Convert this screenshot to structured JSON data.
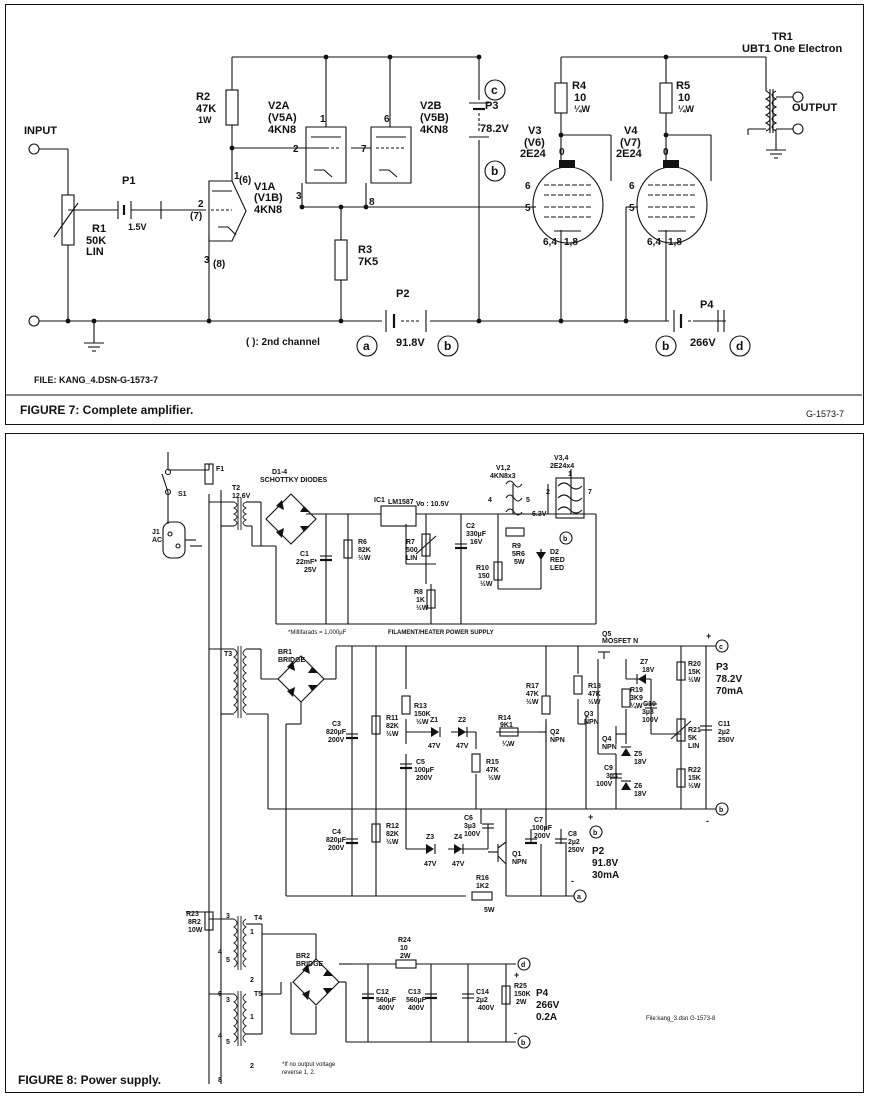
{
  "figure7": {
    "caption": "FIGURE 7: Complete amplifier.",
    "file": "FILE: KANG_4.DSN-G-1573-7",
    "code": "G-1573-7",
    "note": "(  ): 2nd channel",
    "input": "INPUT",
    "output": "OUTPUT",
    "tr1": "TR1",
    "tr1_desc": "UBT1 One Electron",
    "r1": [
      "R1",
      "50K",
      "LIN"
    ],
    "r2": [
      "R2",
      "47K",
      "1W"
    ],
    "r3": [
      "R3",
      "7K5"
    ],
    "r4": [
      "R4",
      "10",
      "¼W"
    ],
    "r5": [
      "R5",
      "10",
      "¼W"
    ],
    "p1": [
      "P1",
      "1.5V"
    ],
    "p2": [
      "P2",
      "91.8V"
    ],
    "p3": [
      "P3",
      "78.2V"
    ],
    "p4": [
      "P4",
      "266V"
    ],
    "v1a": [
      "V1A",
      "(V1B)",
      "4KN8"
    ],
    "v2a": [
      "V2A",
      "(V5A)",
      "4KN8"
    ],
    "v2b": [
      "V2B",
      "(V5B)",
      "4KN8"
    ],
    "v3": [
      "V3",
      "(V6)",
      "2E24"
    ],
    "v4": [
      "V4",
      "(V7)",
      "2E24"
    ],
    "nodes": [
      "a",
      "b",
      "c",
      "d"
    ],
    "pins": [
      "1",
      "2",
      "3",
      "(6)",
      "(7)",
      "(8)",
      "7",
      "6",
      "8",
      "0",
      "5",
      "6,4",
      "1,8"
    ]
  },
  "figure8": {
    "caption": "FIGURE 8: Power supply.",
    "file": "File:kang_3.dsn G-1573-8",
    "s1": "S1",
    "f1": "F1",
    "j1": [
      "J1",
      "AC"
    ],
    "t2": [
      "T2",
      "12.6V"
    ],
    "t3": "T3",
    "t4": "T4",
    "t5": "T5",
    "d14": [
      "D1-4",
      "SCHOTTKY DIODES"
    ],
    "ic1": [
      "IC1",
      "LM1587",
      "Vo : 10.5V"
    ],
    "c1": [
      "C1",
      "22mF*",
      "25V"
    ],
    "c2": [
      "C2",
      "330µF",
      "16V"
    ],
    "r6": [
      "R6",
      "82K",
      "½W"
    ],
    "r7": [
      "R7",
      "500",
      "LIN"
    ],
    "r8": [
      "R8",
      "1K",
      "½W"
    ],
    "r9": [
      "R9",
      "5R6",
      "5W"
    ],
    "r10": [
      "R10",
      "150",
      "½W"
    ],
    "d2": [
      "D2",
      "RED",
      "LED"
    ],
    "v12": [
      "V1,2",
      "4KN8x3"
    ],
    "v34": [
      "V3,4",
      "2E24x4"
    ],
    "v_63": "6.3V",
    "millifarads": "*Millifarads = 1,000µF",
    "filament": "FILAMENT/HEATER POWER SUPPLY",
    "br1": [
      "BR1",
      "BRIDGE"
    ],
    "br2": [
      "BR2",
      "BRIDGE"
    ],
    "q5": [
      "Q5",
      "MOSFET N"
    ],
    "q1": [
      "Q1",
      "NPN"
    ],
    "q2": [
      "Q2",
      "NPN"
    ],
    "q3": [
      "Q3",
      "NPN"
    ],
    "q4": [
      "Q4",
      "NPN"
    ],
    "c3": [
      "C3",
      "820µF",
      "200V"
    ],
    "c4": [
      "C4",
      "820µF",
      "200V"
    ],
    "c5": [
      "C5",
      "100µF",
      "200V"
    ],
    "c6": [
      "C6",
      "3µ3",
      "100V"
    ],
    "c7": [
      "C7",
      "100µF",
      "200V"
    ],
    "c8": [
      "C8",
      "2µ2",
      "250V"
    ],
    "c9": [
      "C9",
      "3µ3",
      "100V"
    ],
    "c10": [
      "C10",
      "3µ3",
      "100V"
    ],
    "c11": [
      "C11",
      "2µ2",
      "250V"
    ],
    "c12": [
      "C12",
      "560µF",
      "400V"
    ],
    "c13": [
      "C13",
      "560µF",
      "400V"
    ],
    "c14": [
      "C14",
      "2µ2",
      "400V"
    ],
    "r11": [
      "R11",
      "82K",
      "½W"
    ],
    "r12": [
      "R12",
      "82K",
      "½W"
    ],
    "r13": [
      "R13",
      "150K",
      "½W"
    ],
    "r14": [
      "R14",
      "9K1",
      "¼W"
    ],
    "r15": [
      "R15",
      "47K",
      "½W"
    ],
    "r16": [
      "R16",
      "1K2",
      "5W"
    ],
    "r17": [
      "R17",
      "47K",
      "½W"
    ],
    "r18": [
      "R18",
      "47K",
      "½W"
    ],
    "r19": [
      "R19",
      "3K9",
      "¼W"
    ],
    "r20": [
      "R20",
      "15K",
      "½W"
    ],
    "r21": [
      "R21",
      "5K",
      "LIN"
    ],
    "r22": [
      "R22",
      "15K",
      "½W"
    ],
    "r23": [
      "R23",
      "8R2",
      "10W"
    ],
    "r24": [
      "R24",
      "10",
      "2W"
    ],
    "r25": [
      "R25",
      "150K",
      "2W"
    ],
    "z1": [
      "Z1",
      "47V"
    ],
    "z2": [
      "Z2",
      "47V"
    ],
    "z3": [
      "Z3",
      "47V"
    ],
    "z4": [
      "Z4",
      "47V"
    ],
    "z5": [
      "Z5",
      "18V"
    ],
    "z6": [
      "Z6",
      "18V"
    ],
    "z7": [
      "Z7",
      "18V"
    ],
    "p2": [
      "P2",
      "91.8V",
      "30mA"
    ],
    "p3": [
      "P3",
      "78.2V",
      "70mA"
    ],
    "p4": [
      "P4",
      "266V",
      "0.2A"
    ],
    "t45_note": [
      "*If no output voltage",
      "reverse 1, 2."
    ],
    "pins": [
      "1",
      "2",
      "3",
      "4",
      "5",
      "6",
      "7",
      "8"
    ],
    "signs": [
      "+",
      "-"
    ]
  }
}
